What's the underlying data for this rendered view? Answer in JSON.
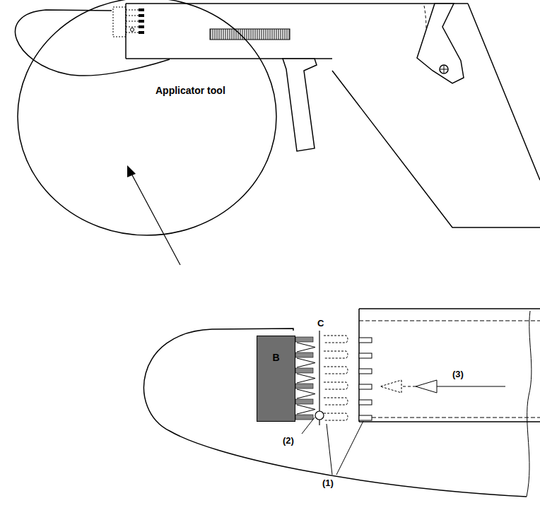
{
  "diagram": {
    "nodes": [
      {
        "text": [
          "B"
        ]
      }
    ],
    "labels": [
      "Applicator tool",
      "C",
      "(1)",
      "(2)",
      "(3)"
    ]
  }
}
